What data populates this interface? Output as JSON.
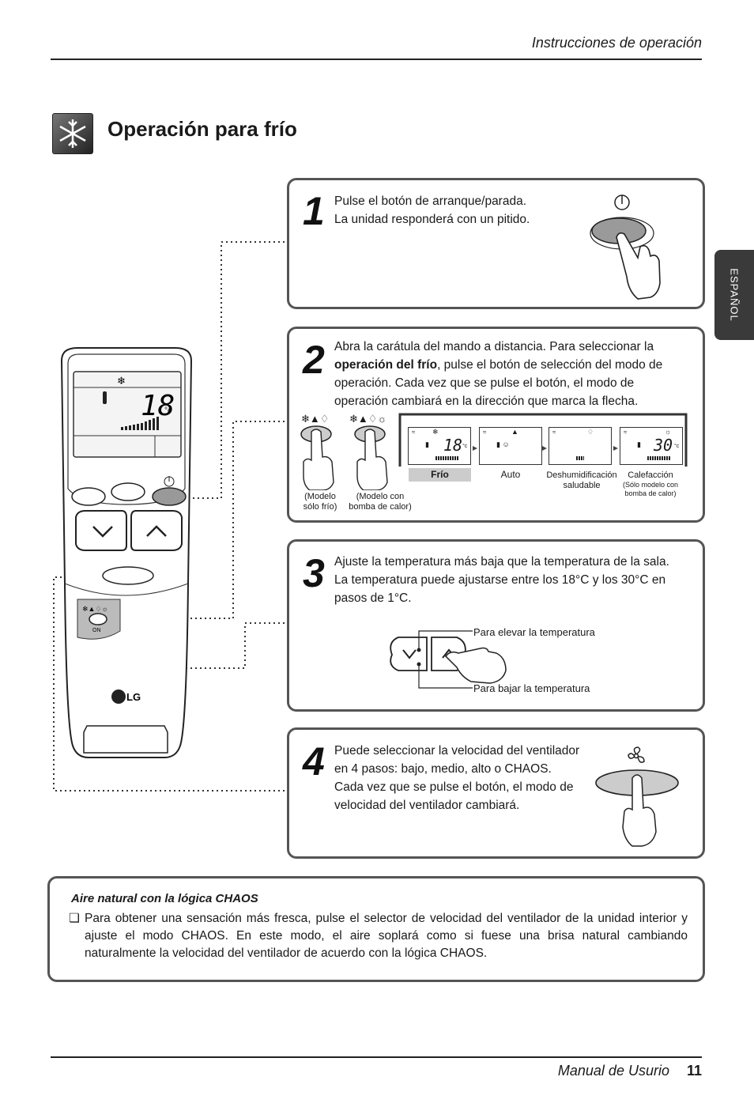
{
  "header": {
    "section": "Instrucciones de operación"
  },
  "page_title": "Operación para frío",
  "side_tab": "ESPAÑOL",
  "remote": {
    "display_temp": "18",
    "display_unit": "°c",
    "brand": "LG",
    "on_label": "ON"
  },
  "steps": [
    {
      "number": "1",
      "text": [
        "Pulse el botón de arranque/parada.",
        "La unidad responderá con un pitido."
      ]
    },
    {
      "number": "2",
      "text_before": "Abra la carátula del mando a distancia. Para seleccionar la ",
      "text_bold": "operación del frío",
      "text_after": ", pulse el botón de selección del modo de operación.  Cada vez que se pulse el botón, el modo de operación cambiará en la dirección que marca la flecha.",
      "buttons": [
        {
          "label1": "(Modelo",
          "label2": "sólo frío)"
        },
        {
          "label1": "(Modelo con",
          "label2": "bomba de calor)"
        }
      ],
      "modes": [
        {
          "name": "Frío",
          "temp": "18",
          "unit": "°c"
        },
        {
          "name": "Auto"
        },
        {
          "name1": "Deshumidificación",
          "name2": "saludable"
        },
        {
          "name": "Calefacción",
          "temp": "30",
          "unit": "°c",
          "sub1": "(Sólo modelo con",
          "sub2": "bomba de calor)"
        }
      ]
    },
    {
      "number": "3",
      "text": [
        "Ajuste la temperatura más baja que la temperatura de la sala.",
        "La temperatura puede ajustarse entre los 18°C y los 30°C en",
        "pasos de 1°C."
      ],
      "raise_label": "Para elevar la temperatura",
      "lower_label": "Para bajar la temperatura"
    },
    {
      "number": "4",
      "text": [
        "Puede seleccionar la velocidad del ventilador",
        "en 4 pasos: bajo, medio, alto o CHAOS.",
        "Cada vez que se pulse el botón, el modo de",
        "velocidad del ventilador cambiará."
      ]
    }
  ],
  "note": {
    "title": "Aire natural con la lógica CHAOS",
    "bullet": "❏",
    "body": "Para obtener una sensación más fresca, pulse el selector de velocidad del ventilador de la unidad interior y ajuste el modo CHAOS. En este modo, el aire soplará como si fuese una brisa natural cambiando naturalmente la velocidad del ventilador de acuerdo con la lógica CHAOS."
  },
  "footer": {
    "manual": "Manual de Usurio",
    "page": "11"
  }
}
